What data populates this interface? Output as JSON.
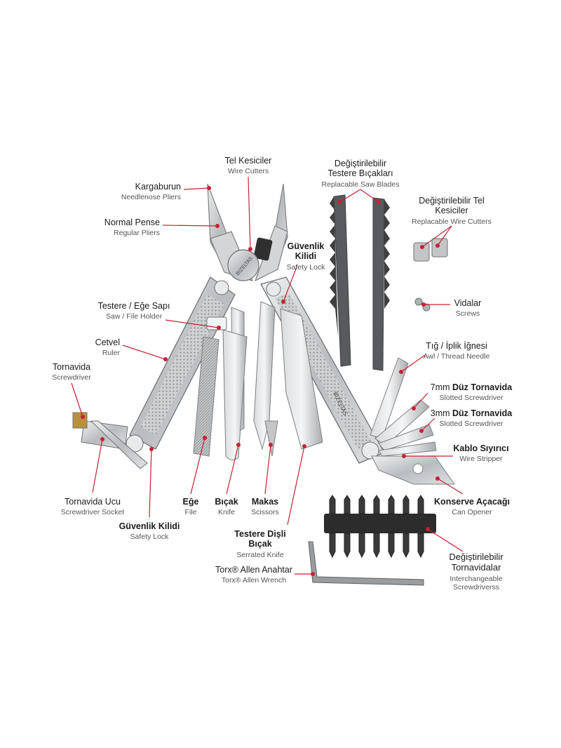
{
  "brand_engraving": "BIZELTAS",
  "colors": {
    "callout": "#c62233",
    "steel": "#c9cbcd",
    "steel_dark": "#8e9194",
    "black": "#2c2c2c"
  },
  "labels": [
    {
      "id": "wire-cutters",
      "tr": "Tel Kesiciler",
      "en": "Wire Cutters"
    },
    {
      "id": "replacable-saw-blades",
      "tr": "Değiştirilebilir\nTestere Bıçakları",
      "en": "Replacable Saw Blades"
    },
    {
      "id": "needlenose-pliers",
      "tr": "Kargaburun",
      "en": "Needlenose Pliers"
    },
    {
      "id": "replacable-wire-cutters",
      "tr": "Değiştirilebilir Tel\nKesiciler",
      "en": "Replacable Wire Cutters"
    },
    {
      "id": "regular-pliers",
      "tr": "Normal Pense",
      "en": "Regular Pliers"
    },
    {
      "id": "safety-lock-top",
      "tr": "Güvenlik\nKilidi",
      "en": "Safety Lock"
    },
    {
      "id": "screws",
      "tr": "Vidalar",
      "en": "Screws"
    },
    {
      "id": "saw-file-holder",
      "tr": "Testere / Eğe Sapı",
      "en": "Saw / File Holder"
    },
    {
      "id": "awl",
      "tr": "Tığ / İplik İğnesi",
      "en": "Awl / Thread Needle"
    },
    {
      "id": "ruler",
      "tr": "Cetvel",
      "en": "Ruler"
    },
    {
      "id": "screwdriver",
      "tr": "Tornavida",
      "en": "Screwdriver"
    },
    {
      "id": "slotted-7mm",
      "tr_prefix": "7mm ",
      "tr": "Düz Tornavida",
      "en": "Slotted Screwdriver"
    },
    {
      "id": "slotted-3mm",
      "tr_prefix": "3mm ",
      "tr": "Düz Tornavida",
      "en": "Slotted Screwdriver"
    },
    {
      "id": "wire-stripper",
      "tr": "Kablo Sıyırıcı",
      "en": "Wire Stripper"
    },
    {
      "id": "screwdriver-socket",
      "tr": "Tornavida Ucu",
      "en": "Screwdriver Socket"
    },
    {
      "id": "file",
      "tr": "Eğe",
      "en": "File"
    },
    {
      "id": "knife",
      "tr": "Bıçak",
      "en": "Knife"
    },
    {
      "id": "scissors",
      "tr": "Makas",
      "en": "Scissors"
    },
    {
      "id": "can-opener",
      "tr": "Konserve Açacağı",
      "en": "Can Opener"
    },
    {
      "id": "safety-lock-bottom",
      "tr": "Güvenlik Kilidi",
      "en": "Safety Lock"
    },
    {
      "id": "serrated-knife",
      "tr": "Testere Dişli\nBıçak",
      "en": "Serrated Knife"
    },
    {
      "id": "interchangeable-screwdrivers",
      "tr": "Değiştirilebilir\nTornavidalar",
      "en": "Interchangeable\nScrewdriverss"
    },
    {
      "id": "allen-wrench",
      "tr": "Torx® Allen Anahtar",
      "en": "Torx® Allen Wrench"
    }
  ]
}
